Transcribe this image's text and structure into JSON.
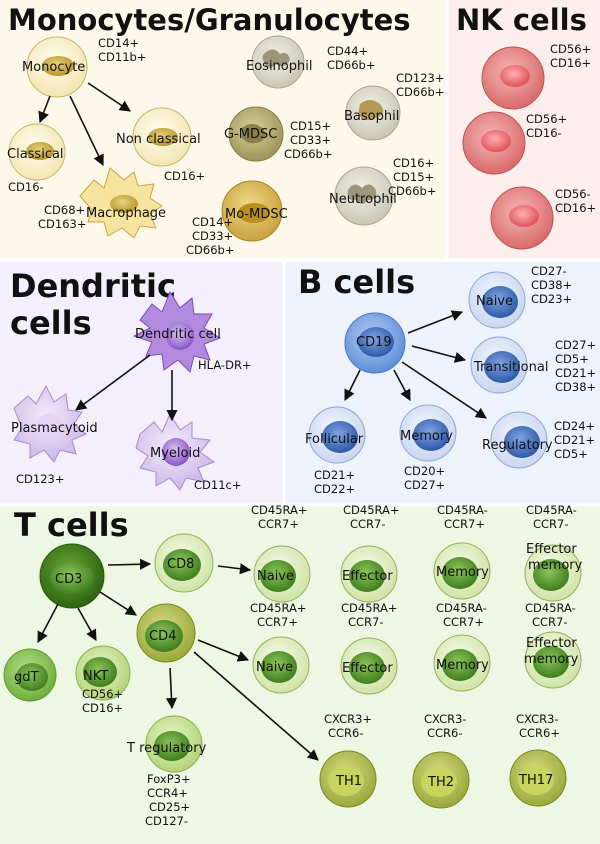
{
  "panels": {
    "mono": {
      "title": "Monocytes/Granulocytes",
      "cells": {
        "monocyte": "Monocyte",
        "classical": "Classical",
        "nonclassical": "Non classical",
        "macrophage": "Macrophage",
        "eosinophil": "Eosinophil",
        "gmdsc": "G-MDSC",
        "basophil": "Basophil",
        "momdsc": "Mo-MDSC",
        "neutrophil": "Neutrophil"
      },
      "markers": {
        "monocyte": [
          "CD14+",
          "CD11b+"
        ],
        "classical": [
          "CD16-"
        ],
        "nonclassical": [
          "CD16+"
        ],
        "macrophage": [
          "CD68+",
          "CD163+"
        ],
        "eosinophil": [
          "CD44+",
          "CD66b+"
        ],
        "gmdsc": [
          "CD15+",
          "CD33+",
          "CD66b+"
        ],
        "basophil": [
          "CD123+",
          "CD66b+"
        ],
        "momdsc": [
          "CD14+",
          "CD33+",
          "CD66b+"
        ],
        "neutrophil": [
          "CD16+",
          "CD15+",
          "CD66b+"
        ]
      }
    },
    "nk": {
      "title": "NK cells",
      "markers": {
        "nk1": [
          "CD56+",
          "CD16+"
        ],
        "nk2": [
          "CD56+",
          "CD16-"
        ],
        "nk3": [
          "CD56-",
          "CD16+"
        ]
      }
    },
    "dendritic": {
      "title_line1": "Dendritic",
      "title_line2": "cells",
      "cells": {
        "dc": "Dendritic cell",
        "plasmacytoid": "Plasmacytoid",
        "myeloid": "Myeloid"
      },
      "markers": {
        "dc": [
          "HLA-DR+"
        ],
        "plasmacytoid": [
          "CD123+"
        ],
        "myeloid": [
          "CD11c+"
        ]
      }
    },
    "bcells": {
      "title": "B cells",
      "cells": {
        "cd19": "CD19",
        "naive": "Naive",
        "transitional": "Transitional",
        "follicular": "Follicular",
        "memory": "Memory",
        "regulatory": "Regulatory"
      },
      "markers": {
        "naive": [
          "CD27-",
          "CD38+",
          "CD23+"
        ],
        "transitional": [
          "CD27+",
          "CD5+",
          "CD21+",
          "CD38+"
        ],
        "follicular": [
          "CD21+",
          "CD22+"
        ],
        "memory": [
          "CD20+",
          "CD27+"
        ],
        "regulatory": [
          "CD24+",
          "CD21+",
          "CD5+"
        ]
      }
    },
    "tcells": {
      "title": "T cells",
      "cells": {
        "cd3": "CD3",
        "cd8": "CD8",
        "cd4": "CD4",
        "gdt": "gdT",
        "nkt": "NKT",
        "treg": "T regulatory",
        "naive8": "Naive",
        "effector8": "Effector",
        "memory8": "Memory",
        "effmem8_l1": "Effector",
        "effmem8_l2": "memory",
        "naive4": "Naive",
        "effector4": "Effector",
        "memory4": "Memory",
        "effmem4_l1": "Effector",
        "effmem4_l2": "memory",
        "th1": "TH1",
        "th2": "TH2",
        "th17": "TH17"
      },
      "markers": {
        "top_naive": [
          "CD45RA+",
          "CCR7+"
        ],
        "top_effector": [
          "CD45RA+",
          "CCR7-"
        ],
        "top_memory": [
          "CD45RA-",
          "CCR7+"
        ],
        "top_effmem": [
          "CD45RA-",
          "CCR7-"
        ],
        "mid_naive": [
          "CD45RA+",
          "CCR7+"
        ],
        "mid_effector": [
          "CD45RA+",
          "CCR7-"
        ],
        "mid_memory": [
          "CD45RA-",
          "CCR7+"
        ],
        "mid_effmem": [
          "CD45RA-",
          "CCR7-"
        ],
        "nkt": [
          "CD56+",
          "CD16+"
        ],
        "treg": [
          "FoxP3+",
          "CCR4+",
          "CD25+",
          "CD127-"
        ],
        "th1": [
          "CXCR3+",
          "CCR6-"
        ],
        "th2": [
          "CXCR3-",
          "CCR6-"
        ],
        "th17": [
          "CXCR3-",
          "CCR6+"
        ]
      }
    }
  },
  "colors": {
    "mono_bg": "#fdf9ea",
    "nk_bg": "#fdeeee",
    "dc_bg": "#f4f0fb",
    "b_bg": "#eef2fb",
    "t_bg": "#eef6e4"
  }
}
